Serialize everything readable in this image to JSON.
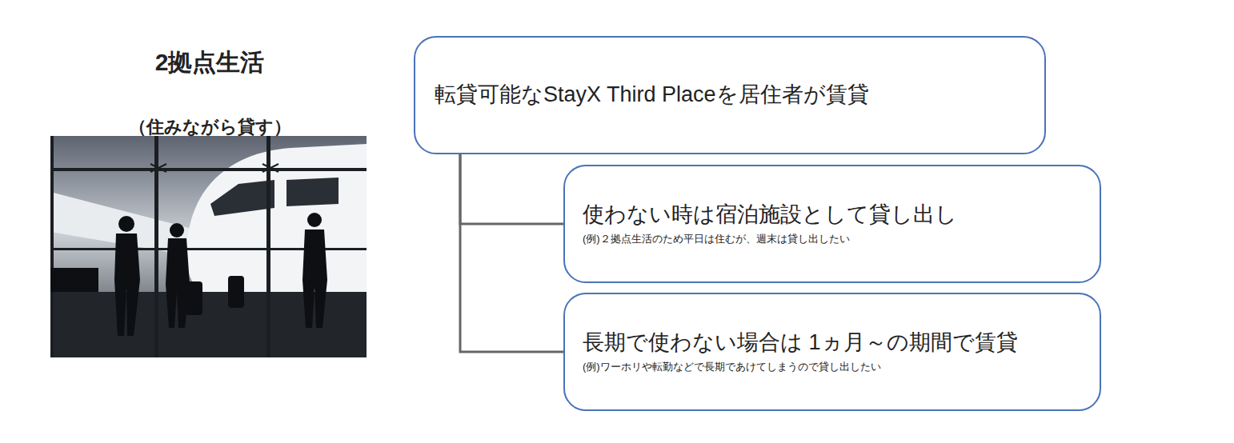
{
  "diagram": {
    "title": "2拠点生活",
    "nodes": [
      {
        "text": [
          "転貸可能なStayX Third Placeを居住者が賃貸"
        ]
      },
      {
        "text": [
          "使わない時は宿泊施設として貸し出し",
          "(例)２拠点生活のため平日は住むが、週末は貸し出したい"
        ]
      },
      {
        "text": [
          "長期で使わない場合は 1ヵ月～の期間で賃貸",
          "(例)ワーホリや転勤などで長期であけてしまうので貸し出したい"
        ]
      }
    ],
    "edges": [
      {
        "from": 0,
        "to": 1,
        "arrow": "none"
      },
      {
        "from": 0,
        "to": 2,
        "arrow": "none"
      }
    ],
    "labels": [
      "（住みながら貸す）"
    ]
  }
}
